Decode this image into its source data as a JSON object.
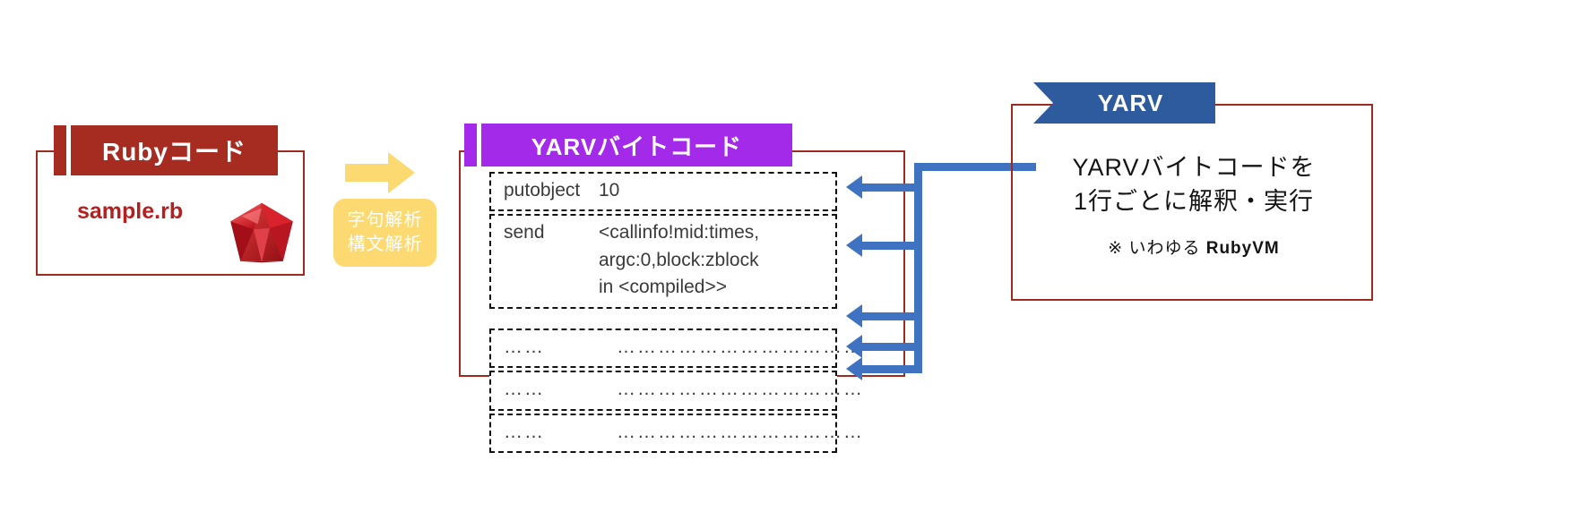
{
  "diagram": {
    "title_hidden": "",
    "colors": {
      "ruby_red": "#a62b21",
      "ruby_text_red": "#b51f1f",
      "panel_border_red": "#9e2a20",
      "bytecode_purple": "#a22ae8",
      "parse_yellow": "#fcd971",
      "yarv_blue": "#2e5b9e",
      "connector_blue": "#3f72c0"
    }
  },
  "ruby_box": {
    "banner_label": "Rubyコード",
    "filename": "sample.rb",
    "gem_icon": "ruby-gem-icon"
  },
  "parse_step": {
    "arrow_icon": "right-arrow-icon",
    "line1": "字句解析",
    "line2": "構文解析"
  },
  "bytecode_box": {
    "banner_label": "YARVバイトコード",
    "rows": [
      {
        "op": "putobject",
        "args": [
          "10"
        ]
      },
      {
        "op": "send",
        "args": [
          "<callinfo!mid:times,",
          "argc:0,block:zblock",
          "in <compiled>>"
        ]
      },
      {
        "op": "……",
        "args": [
          "………………………………"
        ]
      },
      {
        "op": "……",
        "args": [
          "………………………………"
        ]
      },
      {
        "op": "……",
        "args": [
          "………………………………"
        ]
      }
    ]
  },
  "yarv_box": {
    "banner_label": "YARV",
    "description_line1": "YARVバイトコードを",
    "description_line2": "1行ごとに解釈・実行",
    "note_prefix": "※ いわゆる ",
    "note_bold": "RubyVM"
  },
  "connectors": {
    "arrow_icon": "left-arrow-icon",
    "count": 5
  }
}
